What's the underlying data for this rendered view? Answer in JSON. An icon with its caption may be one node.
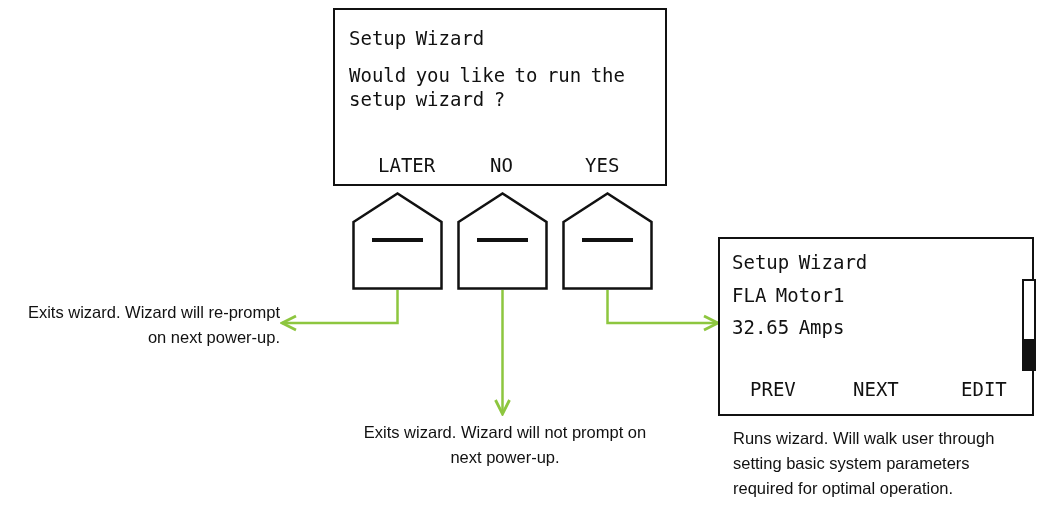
{
  "diagram": {
    "nodes": [
      {
        "text": [
          "Setup Wizard",
          "Would you like to run the setup wizard ?",
          "LATER",
          "NO",
          "YES"
        ]
      },
      {
        "text": [],
        "shape": "pentagon"
      },
      {
        "text": [],
        "shape": "pentagon"
      },
      {
        "text": [],
        "shape": "pentagon"
      },
      {
        "text": [
          "Exits wizard. Wizard will re-prompt on next power-up."
        ]
      },
      {
        "text": [
          "Exits wizard. Wizard will not prompt on next power-up."
        ]
      },
      {
        "text": [
          "Setup Wizard",
          "FLA Motor1",
          "32.65 Amps",
          "PREV",
          "NEXT",
          "EDIT"
        ],
        "beside": [
          "Runs wizard. Will walk user through setting basic system parameters required for optimal operation."
        ]
      }
    ],
    "edges": [
      {
        "from": 1,
        "to": 4,
        "arrow": "to"
      },
      {
        "from": 2,
        "to": 5,
        "arrow": "to"
      },
      {
        "from": 3,
        "to": 6,
        "arrow": "to"
      }
    ]
  }
}
